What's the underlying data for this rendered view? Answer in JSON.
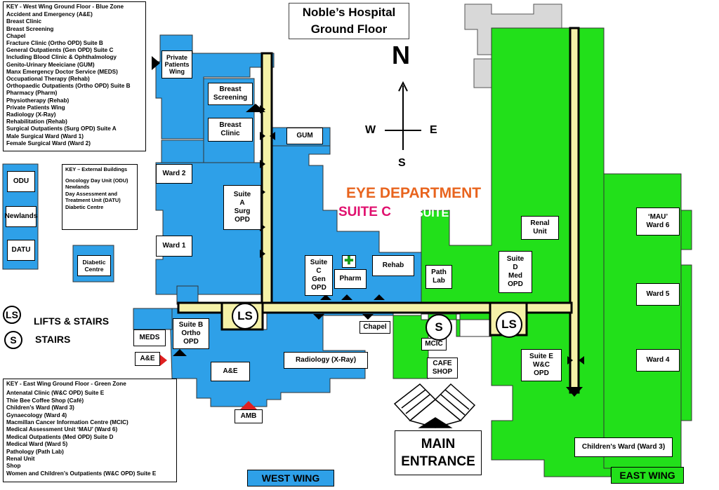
{
  "title": {
    "line1": "Noble’s Hospital",
    "line2": "Ground Floor"
  },
  "compass": {
    "n": "N",
    "s": "S",
    "e": "E",
    "w": "W"
  },
  "eye": {
    "line1": "EYE DEPARTMENT",
    "line2a": "SUITE C",
    "line2b": "SUITE EYE"
  },
  "colors": {
    "west": "#2ea0e8",
    "east": "#22e01a",
    "grey": "#d8d8d8",
    "corridor": "#f5f1a8",
    "red": "#e02020",
    "eye_orange": "#e8641e",
    "eye_pink": "#e0106e"
  },
  "key_west": {
    "title": "KEY - West Wing Ground Floor - Blue Zone",
    "items": [
      "Accident and Emergency (A&E)",
      "Breast Clinic",
      "Breast Screening",
      "Chapel",
      "Fracture Clinic (Ortho OPD) Suite B",
      "General Outpatients (Gen OPD) Suite C",
      "Including Blood Clinic & Ophthalmology",
      "Genito-Urinary Meeiciane (GUM)",
      "Manx Emergency Doctor Service (MEDS)",
      "Occupational Therapy (Rehab)",
      "Orthopaedic Outpatients (Ortho OPD) Suite B",
      "Pharmacy (Pharm)",
      "Physiotherapy (Rehab)",
      "Private Patients Wing",
      "Radiology (X-Ray)",
      "Rehabilitation (Rehab)",
      "Surgical Outpatients (Surg OPD) Suite A",
      "Male Surgical Ward (Ward 1)",
      "Female Surgical Ward (Ward 2)"
    ]
  },
  "key_ext": {
    "title": "KEY – External Buildings",
    "items": [
      "Oncology Day Unit (ODU)",
      "Newlands",
      "Day Assessment and",
      "Treatment Unit (DATU)",
      "Diabetic Centre"
    ]
  },
  "key_east": {
    "title": "KEY - East Wing Ground Floor - Green  Zone",
    "items": [
      "Antenatal Clinic (W&C OPD) Suite E",
      "Thie Bee Coffee Shop (Café)",
      "Children’s Ward (Ward 3)",
      "Gynaecology (Ward 4)",
      "Macmillan Cancer Information Centre (MCIC)",
      "Medical Assessment Unit ‘MAU’ (Ward 6)",
      "Medical Outpatients (Med OPD) Suite D",
      "Medical Ward (Ward 5)",
      "Pathology (Path Lab)",
      "Renal Unit",
      "Shop",
      "Women and Children’s Outpatients (W&C OPD) Suite E"
    ]
  },
  "external": {
    "odu": "ODU",
    "newlands": "Newlands",
    "datu": "DATU",
    "diabetic": "Diabetic\nCentre"
  },
  "rooms": {
    "private": "Private\nPatients\nWing",
    "breast_screening": "Breast\nScreening",
    "breast_clinic": "Breast\nClinic",
    "gum": "GUM",
    "ward2": "Ward 2",
    "ward1": "Ward 1",
    "suite_a": "Suite\nA\nSurg\nOPD",
    "suite_c": "Suite\nC\nGen\nOPD",
    "pharm": "Pharm",
    "rehab": "Rehab",
    "path_lab": "Path\nLab",
    "renal": "Renal\nUnit",
    "suite_d": "Suite\nD\nMed\nOPD",
    "mau": "‘MAU’\nWard 6",
    "ward5": "Ward 5",
    "ward4": "Ward 4",
    "suite_e": "Suite E\nW&C\nOPD",
    "childrens": "Children's Ward (Ward 3)",
    "chapel": "Chapel",
    "mcic": "MCIC",
    "cafe": "CAFE\nSHOP",
    "radiology": "Radiology (X-Ray)",
    "ae": "A&E",
    "suite_b": "Suite B\nOrtho\nOPD",
    "meds": "MEDS",
    "ae_tag": "A&E",
    "amb": "AMB"
  },
  "legend": {
    "ls": "LS",
    "ls_label": "LIFTS & STAIRS",
    "s": "S",
    "s_label": "STAIRS"
  },
  "markers": {
    "ls": "LS",
    "s": "S"
  },
  "entrance": {
    "line1": "MAIN",
    "line2": "ENTRANCE"
  },
  "wings": {
    "west": "WEST WING",
    "east": "EAST WING"
  }
}
